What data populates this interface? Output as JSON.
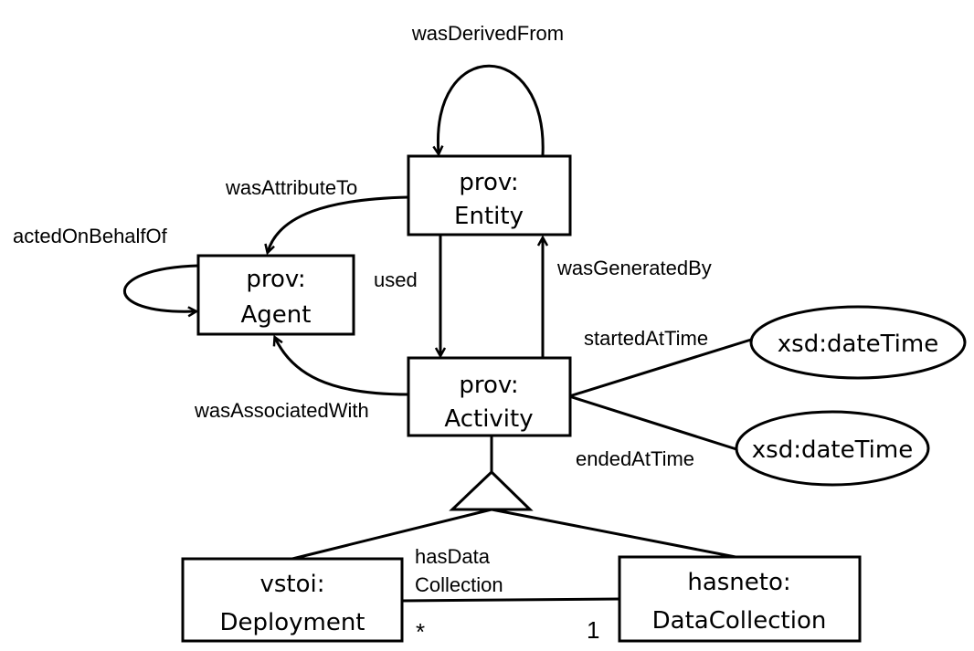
{
  "nodes": {
    "entity": {
      "line1": "prov:",
      "line2": "Entity"
    },
    "agent": {
      "line1": "prov:",
      "line2": "Agent"
    },
    "activity": {
      "line1": "prov:",
      "line2": "Activity"
    },
    "datetime_start": {
      "label": "xsd:dateTime"
    },
    "datetime_end": {
      "label": "xsd:dateTime"
    },
    "deployment": {
      "line1": "vstoi:",
      "line2": "Deployment"
    },
    "datacollection": {
      "line1": "hasneto:",
      "line2": "DataCollection"
    }
  },
  "edges": {
    "was_derived_from": "wasDerivedFrom",
    "was_attribute_to": "wasAttributeTo",
    "acted_on_behalf_of": "actedOnBehalfOf",
    "used": "used",
    "was_generated_by": "wasGeneratedBy",
    "started_at_time": "startedAtTime",
    "ended_at_time": "endedAtTime",
    "was_associated_with": "wasAssociatedWith",
    "has_data_collection_line1": "hasData",
    "has_data_collection_line2": "Collection",
    "mult_deployment": "*",
    "mult_datacollection": "1"
  }
}
